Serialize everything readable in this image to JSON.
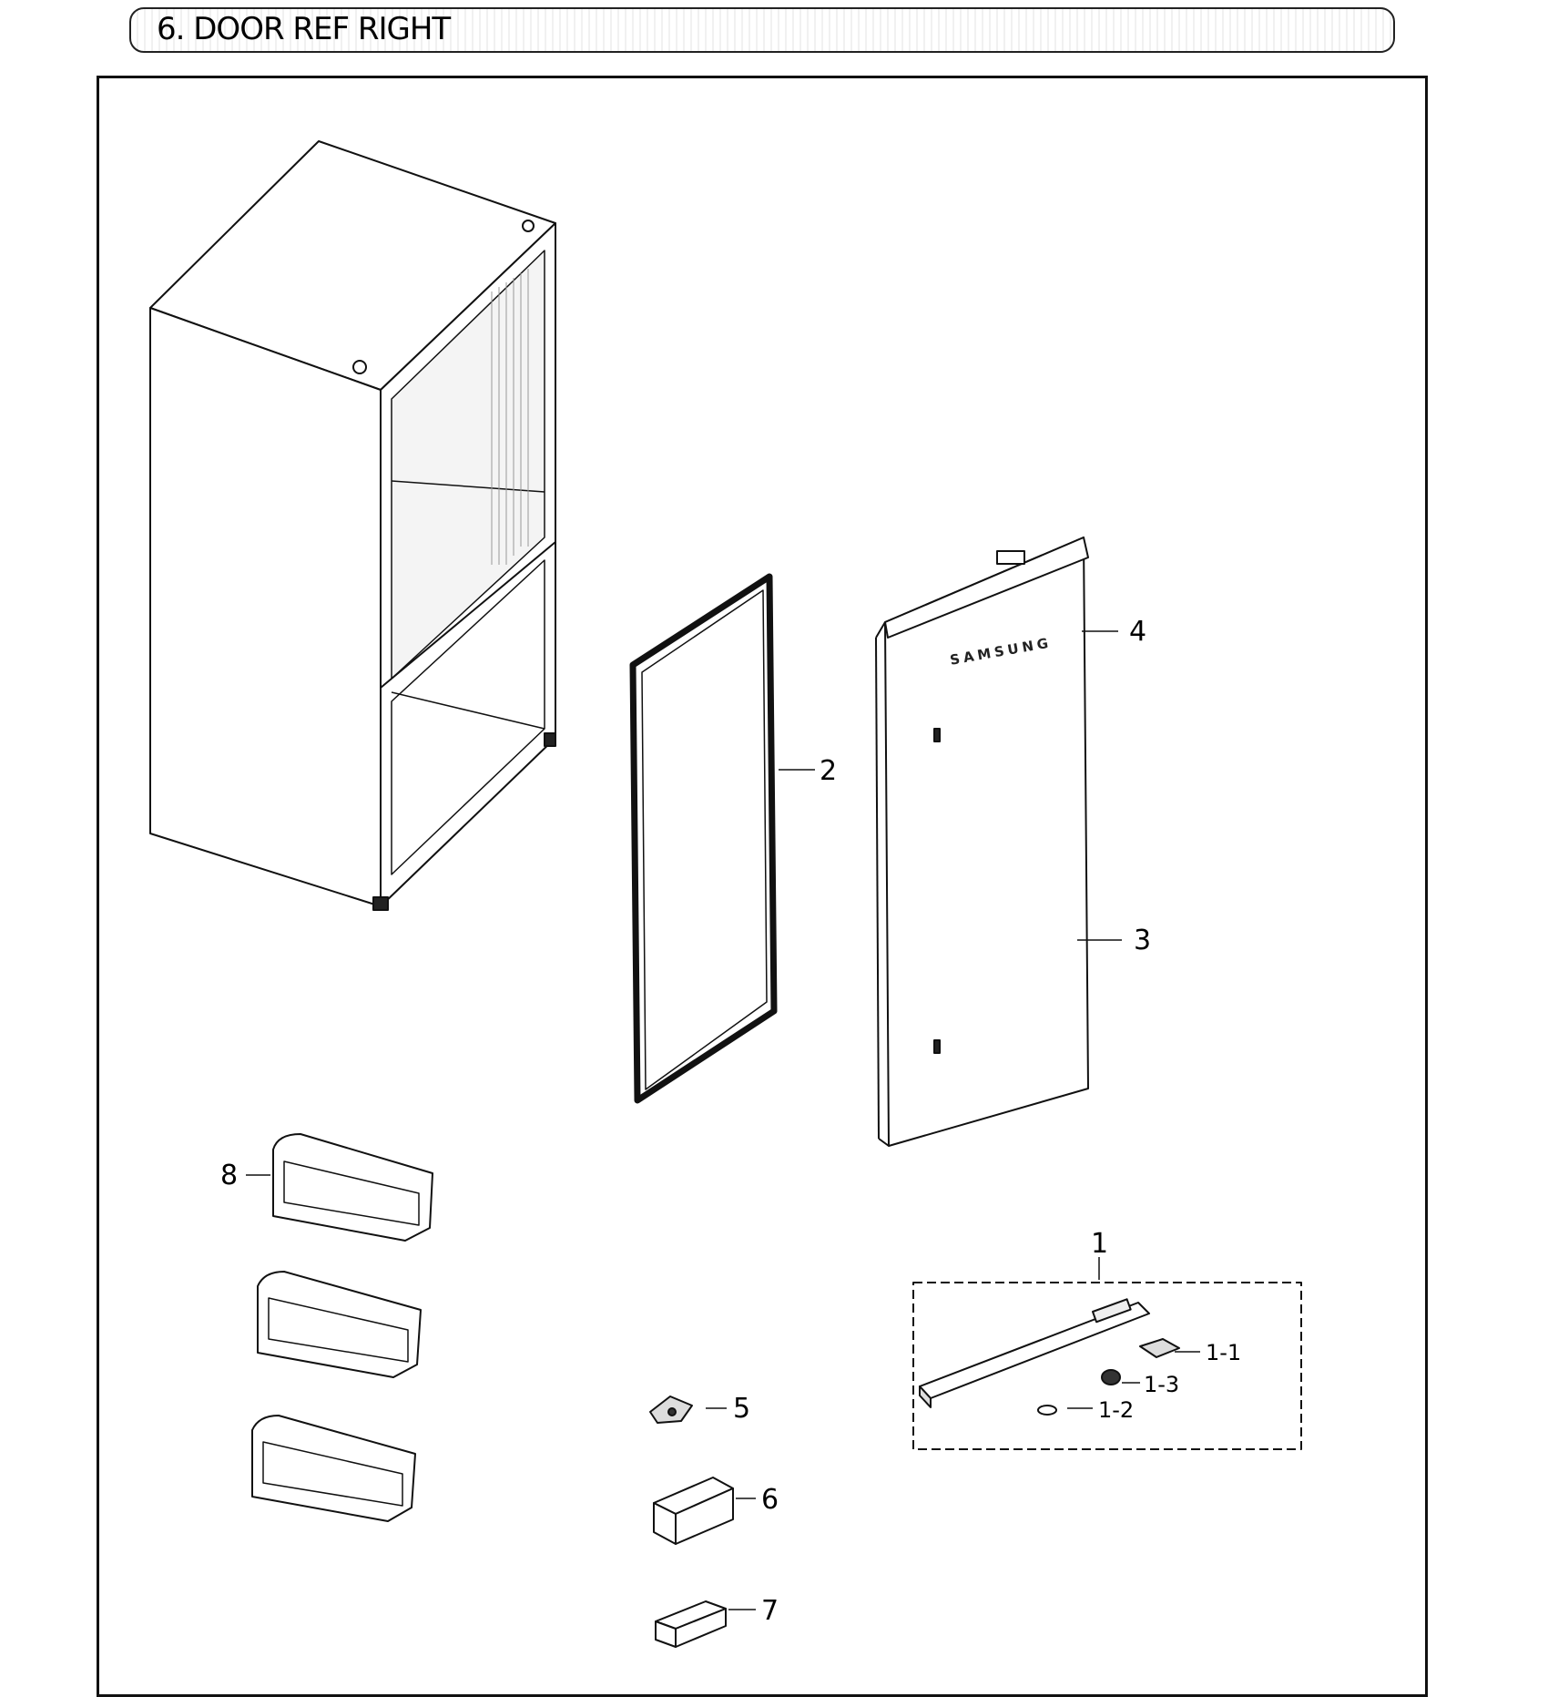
{
  "header": {
    "title": "6. DOOR REF RIGHT"
  },
  "parts": {
    "p1": "1",
    "p1_1": "1-1",
    "p1_2": "1-2",
    "p1_3": "1-3",
    "p2": "2",
    "p3": "3",
    "p4": "4",
    "p5": "5",
    "p6": "6",
    "p7": "7",
    "p8": "8"
  },
  "door_brand": "SAMSUNG"
}
